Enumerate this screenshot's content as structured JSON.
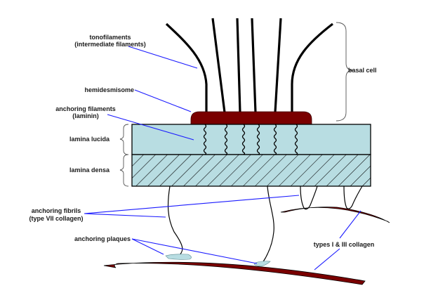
{
  "diagram": {
    "title": "Basement membrane zone / hemidesmosome structure",
    "labels": {
      "tonofilaments_line1": "tonofilaments",
      "tonofilaments_line2": "(intermediate filaments)",
      "hemidesmisome": "hemidesmisome",
      "anchoring_filaments_line1": "anchoring filaments",
      "anchoring_filaments_line2": "(laminin)",
      "lamina_lucida": "lamina lucida",
      "lamina_densa": "lamina densa",
      "anchoring_fibrils_line1": "anchoring fibrils",
      "anchoring_fibrils_line2": "(type VII collagen)",
      "anchoring_plaques": "anchoring plaques",
      "collagen": "types I & III collagen",
      "basal_cell": "basal cell"
    },
    "colors": {
      "hemidesmosome": "#7a0000",
      "lamina": "#b8dde2",
      "leader": "#1a1aff",
      "collagen": "#7a0000",
      "outline": "#000000"
    },
    "counts": {
      "tonofilaments": 6,
      "anchoring_filaments": 6,
      "anchoring_fibrils": 4,
      "anchoring_plaques": 2,
      "collagen_fibers": 2
    }
  }
}
